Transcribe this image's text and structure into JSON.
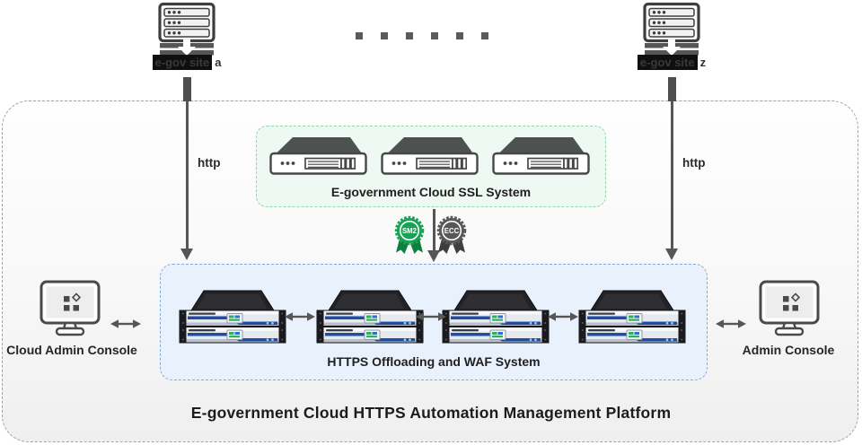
{
  "platform": {
    "title": "E-government Cloud HTTPS Automation Management Platform"
  },
  "sites": {
    "a": {
      "name": "e-gov site",
      "id": "a"
    },
    "z": {
      "name": "e-gov site",
      "id": "z"
    }
  },
  "links": {
    "left": "http",
    "right": "http"
  },
  "ssl_system": {
    "title": "E-government Cloud SSL System",
    "appliance_count": 3
  },
  "certificates": {
    "sm2": "SM2",
    "ecc": "ECC"
  },
  "waf_system": {
    "title": "HTTPS Offloading and WAF System",
    "cluster_count": 4
  },
  "consoles": {
    "cloud_admin": "Cloud Admin Console",
    "admin": "Admin Console"
  },
  "colors": {
    "sm2_green": "#17a355",
    "ecc_gray": "#57585a",
    "ssl_box_bg": "#edf9f2",
    "ssl_box_border": "#90d7ac",
    "waf_box_bg": "#e9f1fc",
    "waf_box_border": "#83abdd",
    "arrow_gray": "#565656"
  }
}
